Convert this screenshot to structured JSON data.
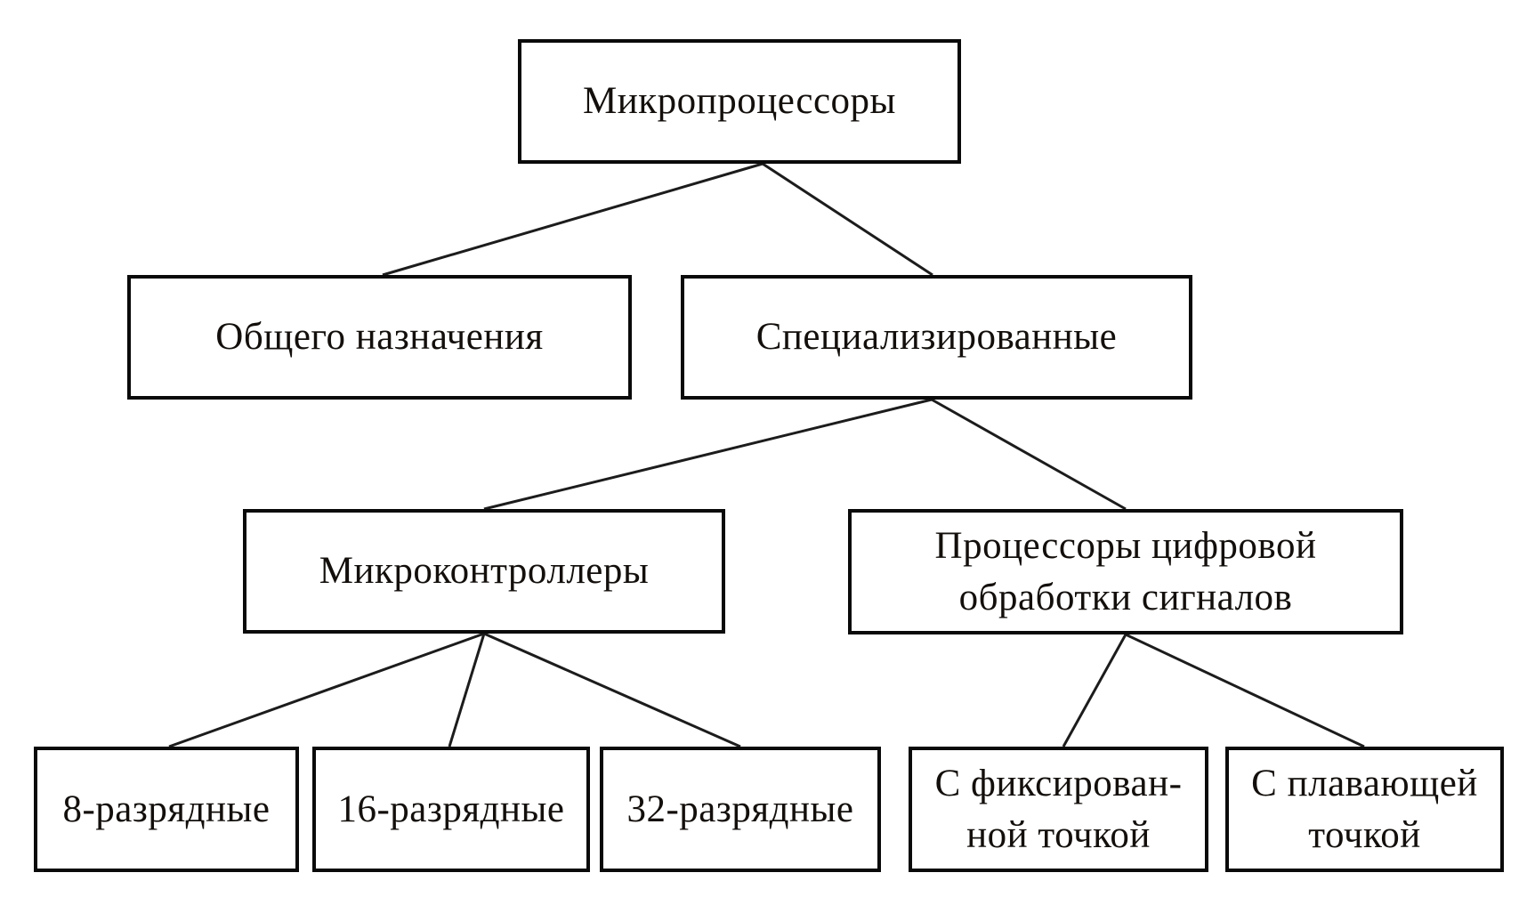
{
  "diagram": {
    "language": "ru",
    "colors": {
      "background": "#ffffff",
      "box_fill": "#ffffff",
      "box_border": "#0a0a0a",
      "text": "#130f0c",
      "connector": "#1c1c1c"
    },
    "nodes": {
      "root": {
        "label": "Микропроцессоры"
      },
      "general": {
        "label": "Общего назначения"
      },
      "specialized": {
        "label": "Специализированные"
      },
      "microcontrollers": {
        "label": "Микроконтроллеры"
      },
      "dsp": {
        "label": "Процессоры цифровой\nобработки сигналов"
      },
      "bit8": {
        "label": "8-разрядные"
      },
      "bit16": {
        "label": "16-разрядные"
      },
      "bit32": {
        "label": "32-разрядные"
      },
      "fixed_point": {
        "label": "С фиксирован-\nной точкой"
      },
      "floating_point": {
        "label": "С плавающей\nточкой"
      }
    },
    "edges": [
      {
        "from": "root",
        "to": "general"
      },
      {
        "from": "root",
        "to": "specialized"
      },
      {
        "from": "specialized",
        "to": "microcontrollers"
      },
      {
        "from": "specialized",
        "to": "dsp"
      },
      {
        "from": "microcontrollers",
        "to": "bit8"
      },
      {
        "from": "microcontrollers",
        "to": "bit16"
      },
      {
        "from": "microcontrollers",
        "to": "bit32"
      },
      {
        "from": "dsp",
        "to": "fixed_point"
      },
      {
        "from": "dsp",
        "to": "floating_point"
      }
    ]
  }
}
